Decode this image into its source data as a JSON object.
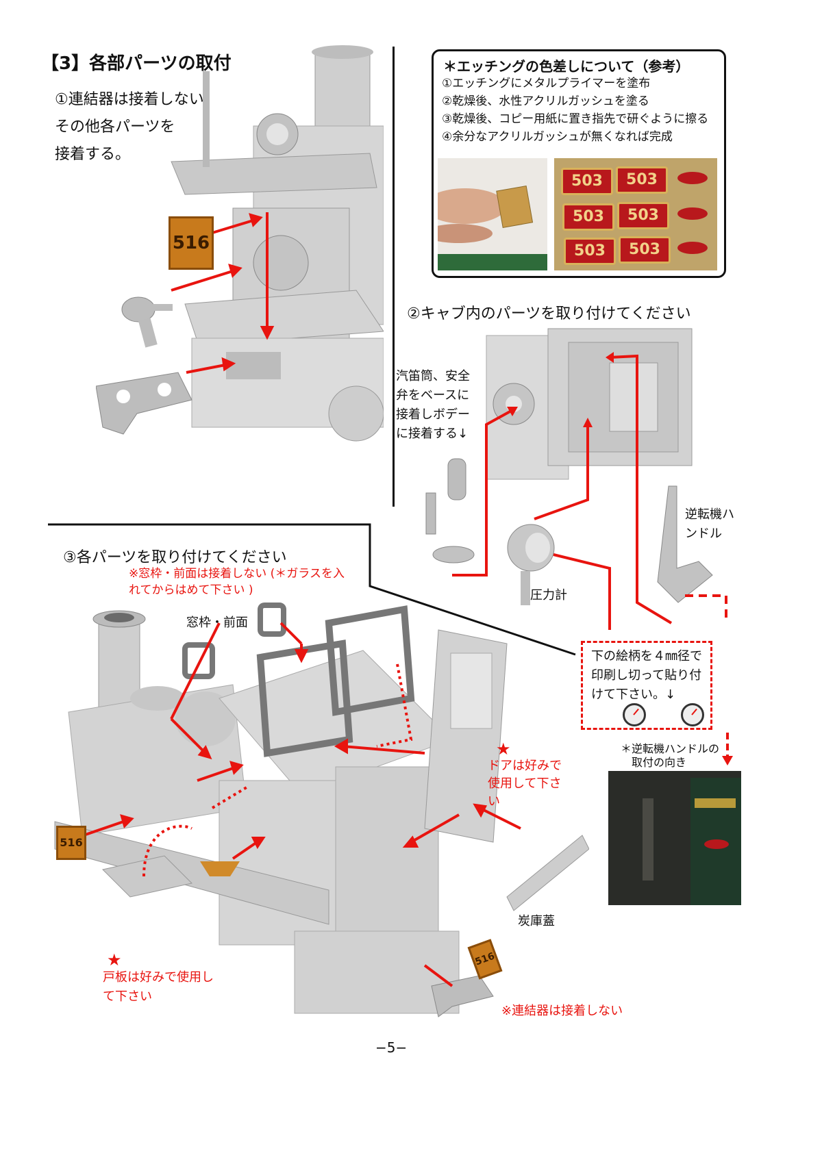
{
  "section3": {
    "title": "【3】各部パーツの取付",
    "step1": [
      "①連結器は接着しない。",
      "その他各パーツを",
      "接着する。"
    ],
    "number_plate": "516"
  },
  "etching_note": {
    "title": "＊エッチングの色差しについて（参考）",
    "lines": [
      "①エッチングにメタルプライマーを塗布",
      "②乾燥後、水性アクリルガッシュを塗る",
      "③乾燥後、コピー用紙に置き指先で研ぐように擦る",
      "④余分なアクリルガッシュが無くなれば完成"
    ],
    "plate_number": "503"
  },
  "step2": {
    "title": "②キャブ内のパーツを取り付けてください",
    "whistle_label": [
      "汽笛筒、安全",
      "弁をベースに",
      "接着しボデー",
      "に接着する↓"
    ],
    "reverser_label": [
      "逆転機ハ",
      "ンドル"
    ],
    "gauge_label": "圧力計",
    "decal_note": [
      "下の絵柄を４㎜径で",
      "印刷し切って貼り付",
      "けて下さい。↓"
    ],
    "reverser_photo_caption": [
      "＊逆転機ハンドルの",
      "取付の向き"
    ]
  },
  "step3": {
    "title": "③各パーツを取り付けてください",
    "red_note": [
      "※窓枠・前面は接着しない (＊ガラスを入",
      "れてからはめて下さい )"
    ],
    "window_label": "窓枠・前面",
    "star": "★",
    "door_note": [
      "ドアは好みで",
      "使用して下さ",
      "い"
    ],
    "bunker_lid": "炭庫蓋",
    "step_plate_note": [
      "戸板は好みで使用し",
      "て下さい"
    ],
    "coupler_note": "※連結器は接着しない"
  },
  "page_number": "−5−"
}
